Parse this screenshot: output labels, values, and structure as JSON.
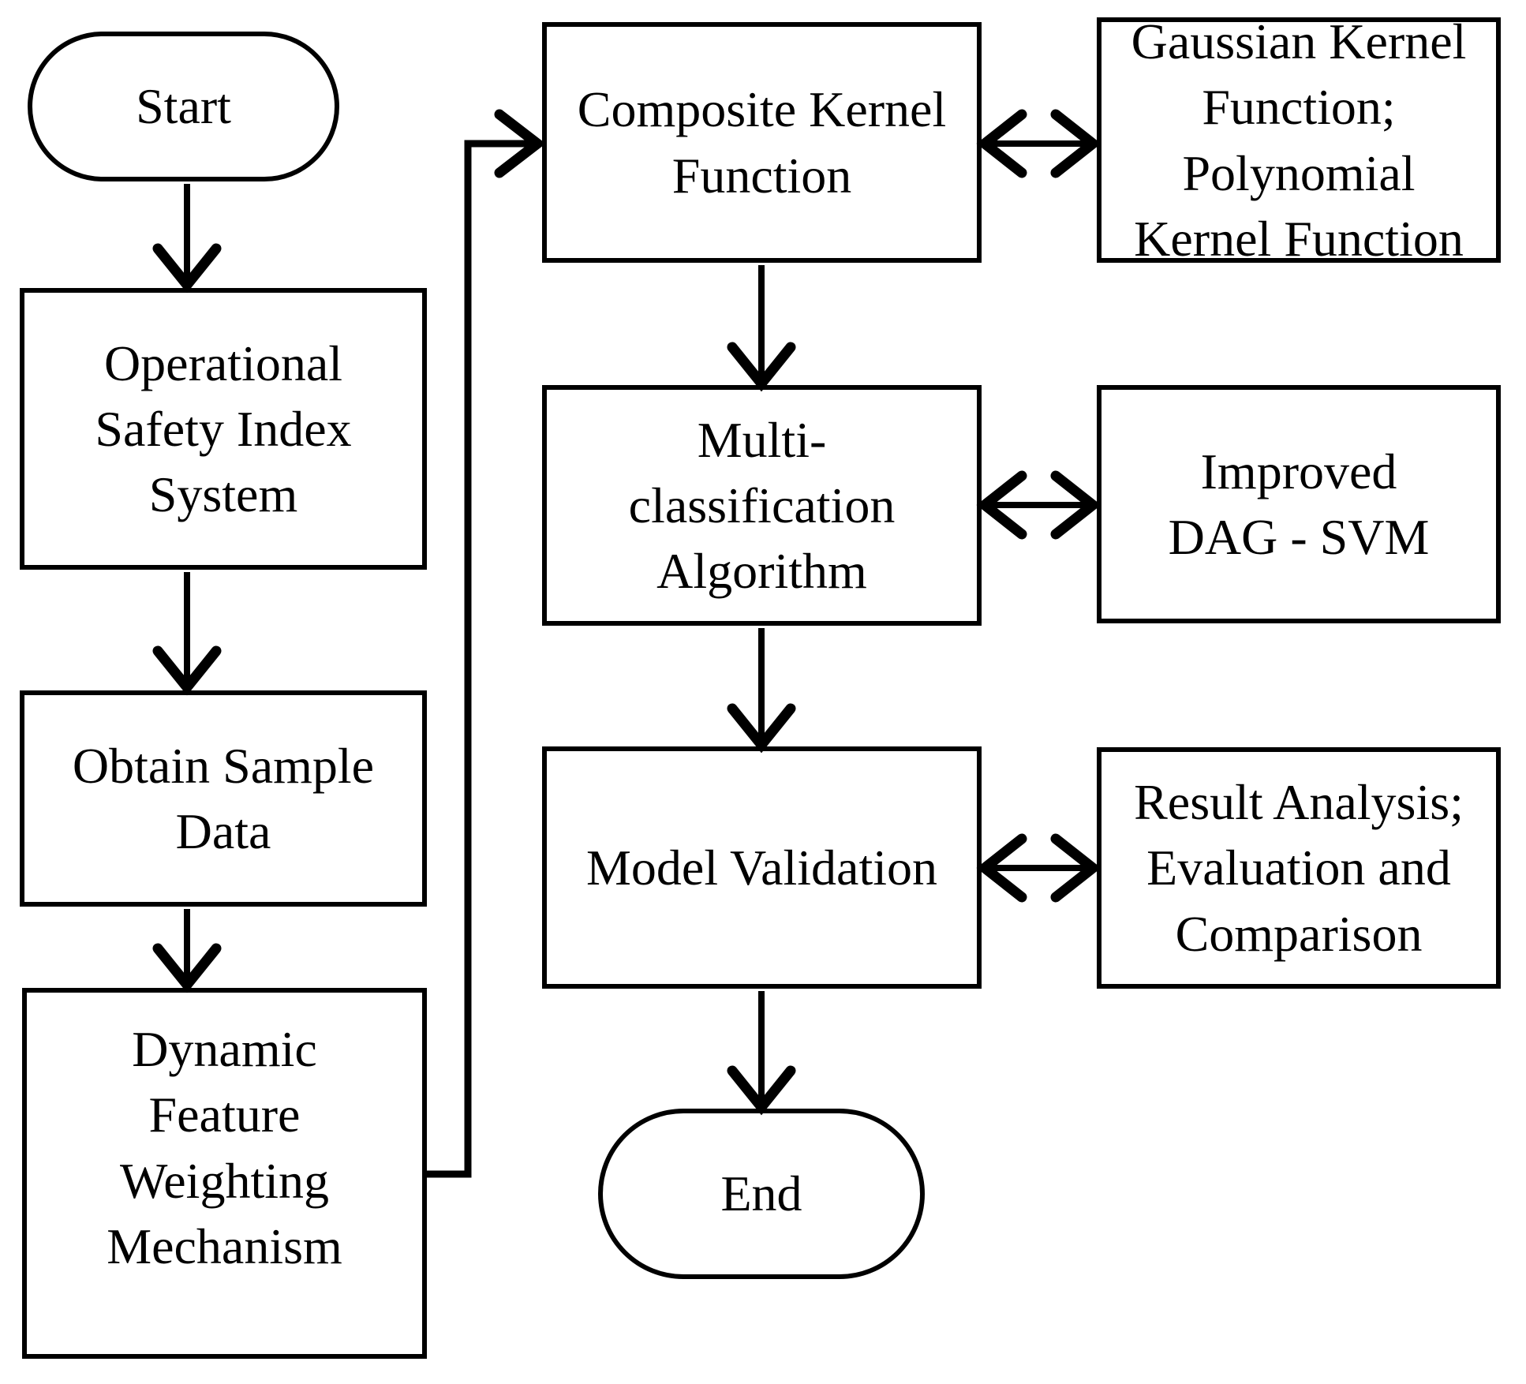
{
  "diagram": {
    "title": "SVM modeling flowchart",
    "colors": {
      "stroke": "#000000",
      "background": "#ffffff",
      "text": "#000000"
    },
    "nodes": {
      "start": {
        "shape": "stadium",
        "label": "Start"
      },
      "operational_safety_index_system": {
        "shape": "rect",
        "label": "Operational\nSafety Index\nSystem"
      },
      "obtain_sample_data": {
        "shape": "rect",
        "label": "Obtain Sample\nData"
      },
      "dynamic_feature_weighting_mechanism": {
        "shape": "rect",
        "label": "Dynamic\nFeature\nWeighting\nMechanism"
      },
      "composite_kernel_function": {
        "shape": "rect",
        "label": "Composite Kernel\nFunction"
      },
      "gaussian_polynomial_kernel_function": {
        "shape": "rect",
        "label": "Gaussian Kernel\nFunction;\nPolynomial\nKernel Function"
      },
      "multi_classification_algorithm": {
        "shape": "rect",
        "label": "Multi-\nclassification\nAlgorithm"
      },
      "improved_dag_svm": {
        "shape": "rect",
        "label": "Improved\nDAG - SVM"
      },
      "model_validation": {
        "shape": "rect",
        "label": "Model Validation"
      },
      "result_analysis_evaluation_comparison": {
        "shape": "rect",
        "label": "Result Analysis;\nEvaluation and\nComparison"
      },
      "end": {
        "shape": "stadium",
        "label": "End"
      }
    },
    "edges": [
      {
        "from": "start",
        "to": "operational_safety_index_system",
        "type": "arrow"
      },
      {
        "from": "operational_safety_index_system",
        "to": "obtain_sample_data",
        "type": "arrow"
      },
      {
        "from": "obtain_sample_data",
        "to": "dynamic_feature_weighting_mechanism",
        "type": "arrow"
      },
      {
        "from": "dynamic_feature_weighting_mechanism",
        "to": "composite_kernel_function",
        "type": "elbow-arrow"
      },
      {
        "from": "composite_kernel_function",
        "to": "gaussian_polynomial_kernel_function",
        "type": "double-arrow"
      },
      {
        "from": "composite_kernel_function",
        "to": "multi_classification_algorithm",
        "type": "arrow"
      },
      {
        "from": "multi_classification_algorithm",
        "to": "improved_dag_svm",
        "type": "double-arrow"
      },
      {
        "from": "multi_classification_algorithm",
        "to": "model_validation",
        "type": "arrow"
      },
      {
        "from": "model_validation",
        "to": "result_analysis_evaluation_comparison",
        "type": "double-arrow"
      },
      {
        "from": "model_validation",
        "to": "end",
        "type": "arrow"
      }
    ]
  }
}
